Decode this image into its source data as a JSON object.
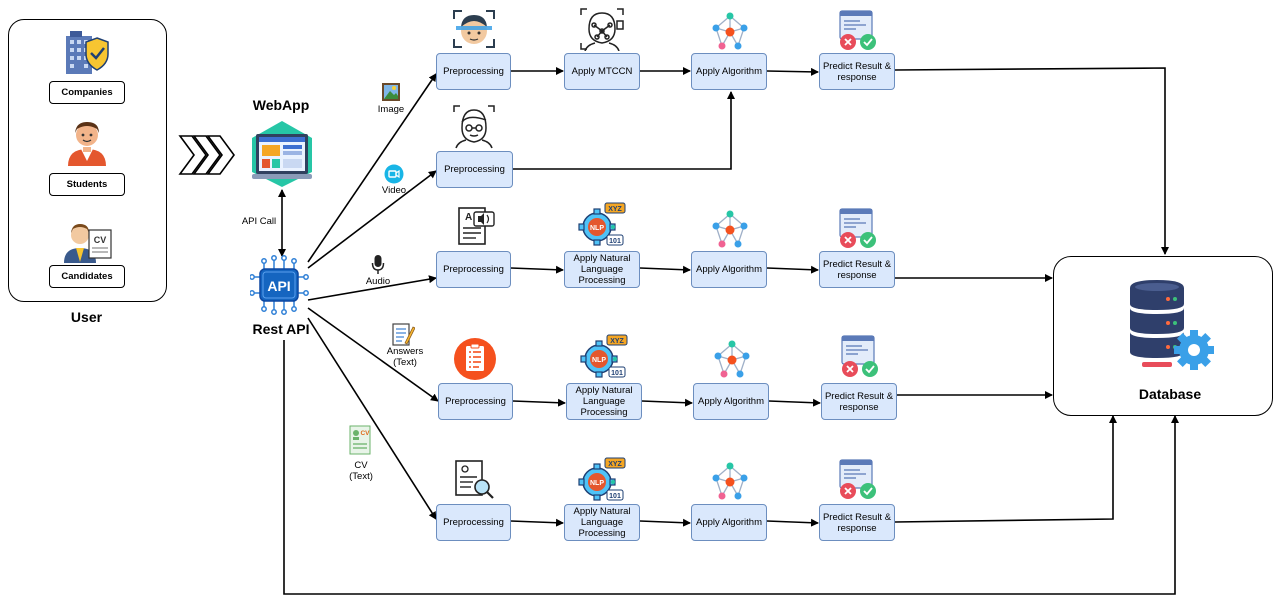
{
  "user": {
    "title": "User",
    "items": [
      {
        "label": "Companies",
        "icon": "building-shield-icon"
      },
      {
        "label": "Students",
        "icon": "student-icon"
      },
      {
        "label": "Candidates",
        "icon": "candidate-cv-icon"
      }
    ]
  },
  "webapp": {
    "title": "WebApp",
    "icon": "web-dashboard-icon"
  },
  "api": {
    "title": "Rest API",
    "badge": "API",
    "call_label": "API Call",
    "icon": "api-chip-icon"
  },
  "inputs": {
    "image": "Image",
    "video": "Video",
    "audio": "Audio",
    "answers": "Answers\n(Text)",
    "cv": "CV\n(Text)",
    "cv_badge": "CV"
  },
  "steps": {
    "preprocessing": "Preprocessing",
    "mtccn": "Apply MTCCN",
    "nlp": "Apply Natural Language Processing",
    "algorithm": "Apply Algorithm",
    "predict": "Predict Result & response"
  },
  "nlp_icon": {
    "badge_top": "XYZ",
    "badge_mid": "NLP",
    "badge_bot": "101"
  },
  "database": {
    "title": "Database",
    "icon": "database-gear-icon"
  },
  "colors": {
    "box_fill": "#dae8fc",
    "box_border": "#6c8ebf",
    "accent_orange": "#f5511e",
    "accent_teal": "#26c6a6",
    "db_navy": "#2f3f6b",
    "gear_blue": "#3aa0e8"
  }
}
